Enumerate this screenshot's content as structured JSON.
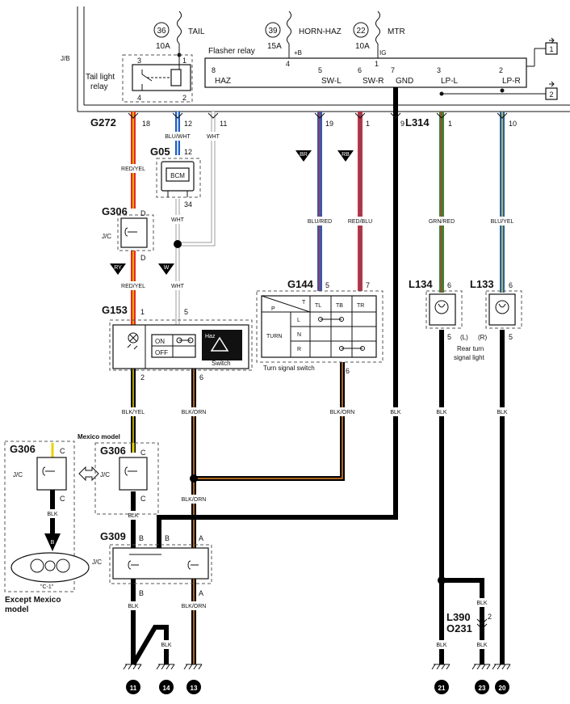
{
  "fuses": [
    {
      "number": "36",
      "amps": "10A",
      "name": "TAIL"
    },
    {
      "number": "39",
      "amps": "15A",
      "name": "HORN-HAZ"
    },
    {
      "number": "22",
      "amps": "10A",
      "name": "MTR"
    }
  ],
  "jb_label": "J/B",
  "flasher_relay": {
    "title": "Flasher relay",
    "supply_b": "+B",
    "supply_ig": "IG",
    "pins": [
      {
        "num": "8",
        "name": "HAZ"
      },
      {
        "num": "4",
        "name": ""
      },
      {
        "num": "5",
        "name": "SW-L"
      },
      {
        "num": "6",
        "name": "SW-R"
      },
      {
        "num": "7",
        "name": "GND"
      },
      {
        "num": "3",
        "name": "LP-L"
      },
      {
        "num": "2",
        "name": "LP-R"
      },
      {
        "num": "1",
        "name": ""
      }
    ]
  },
  "tail_relay": {
    "title_line1": "Tail light",
    "title_line2": "relay",
    "pins": [
      "3",
      "1",
      "4",
      "2"
    ]
  },
  "off_page_refs": [
    "1",
    "2"
  ],
  "connectors": {
    "G272": {
      "name": "G272",
      "pins": [
        "18",
        "12",
        "11"
      ]
    },
    "L314": {
      "name": "L314",
      "pins": [
        "1",
        "10"
      ]
    },
    "jb_pins": [
      "19",
      "1",
      "9"
    ],
    "G05": {
      "name": "G05",
      "device": "BCM",
      "pins": [
        "12",
        "34"
      ]
    },
    "G306": {
      "name": "G306",
      "pins": [
        "D",
        "D"
      ],
      "jc": "J/C"
    },
    "G153": {
      "name": "G153",
      "pins": [
        "1",
        "5",
        "2",
        "6"
      ],
      "on": "ON",
      "off": "OFF",
      "haz": "Haz",
      "switch": "Switch"
    },
    "G144": {
      "name": "G144",
      "pins": [
        "5",
        "7",
        "6"
      ],
      "caption": "Turn signal switch",
      "cols": [
        "TL",
        "TB",
        "TR"
      ],
      "rows": [
        "L",
        "N",
        "R"
      ],
      "p": "P",
      "t": "T",
      "turn": "TURN"
    },
    "L134": {
      "name": "L134",
      "pins": [
        "6",
        "5"
      ],
      "side": "(L)"
    },
    "L133": {
      "name": "L133",
      "pins": [
        "6",
        "5"
      ],
      "side": "(R)"
    },
    "lamp_caption_line1": "Rear turn",
    "lamp_caption_line2": "signal light",
    "G309": {
      "name": "G309",
      "jc": "J/C",
      "pins": [
        "B",
        "B",
        "A",
        "B",
        "A"
      ]
    },
    "L390": {
      "name": "L390",
      "pin": "2"
    },
    "O231": {
      "name": "O231"
    }
  },
  "wire_colors": {
    "red_yel": "RED/YEL",
    "blu_wht": "BLU/WHT",
    "wht": "WHT",
    "blu_red": "BLU/RED",
    "red_blu": "RED/BLU",
    "grn_red": "GRN/RED",
    "blu_yel": "BLU/YEL",
    "blk": "BLK",
    "blk_yel": "BLK/YEL",
    "blk_orn": "BLK/ORN"
  },
  "harness_markers": [
    "BR",
    "RB",
    "RY",
    "W",
    "B"
  ],
  "model_variants": {
    "mexico": "Mexico model",
    "except_line1": "Except Mexico",
    "except_line2": "model",
    "left_g306": "G306",
    "left_pins": [
      "C",
      "C"
    ],
    "left_jc": "J/C",
    "right_g306": "G306",
    "right_pins": [
      "C",
      "C"
    ],
    "right_jc": "J/C",
    "c1_ref": "\"C-1\""
  },
  "grounds": [
    "11",
    "14",
    "13",
    "21",
    "23",
    "20"
  ],
  "colors": {
    "red": "#e32a1f",
    "yellow": "#e8d300",
    "blue": "#1f5fbf",
    "green": "#2e8b3a",
    "orange": "#e3862b",
    "black": "#000000",
    "white_wire": "#ffffff"
  }
}
